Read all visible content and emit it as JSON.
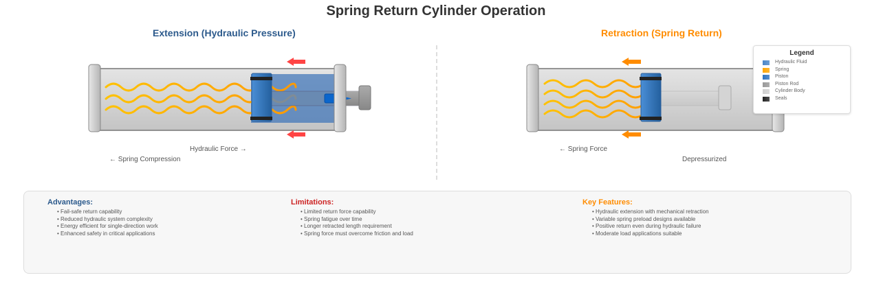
{
  "title": "Spring Return Cylinder Operation",
  "extension": {
    "heading": "Extension (Hydraulic Pressure)",
    "label_force": "Hydraulic Force →",
    "label_spring": "← Spring Compression",
    "arrow_color": "#ff4444"
  },
  "retraction": {
    "heading": "Retraction (Spring Return)",
    "label_force": "← Spring Force",
    "label_state": "Depressurized",
    "arrow_color": "#ff8c00"
  },
  "legend": {
    "title": "Legend",
    "items": [
      {
        "label": "Hydraulic Fluid",
        "color": "#4a86c8"
      },
      {
        "label": "Spring",
        "color": "#ffa500"
      },
      {
        "label": "Piston",
        "color": "#2e72c0"
      },
      {
        "label": "Piston Rod",
        "color": "#999999"
      },
      {
        "label": "Cylinder Body",
        "color": "#d0d0d0"
      },
      {
        "label": "Seals",
        "color": "#222222"
      }
    ]
  },
  "info": {
    "advantages": {
      "heading": "Advantages:",
      "color": "#2c5a8c",
      "items": [
        "Fail-safe return capability",
        "Reduced hydraulic system complexity",
        "Energy efficient for single-direction work",
        "Enhanced safety in critical applications"
      ]
    },
    "limitations": {
      "heading": "Limitations:",
      "color": "#cc2222",
      "items": [
        "Limited return force capability",
        "Spring fatigue over time",
        "Longer retracted length requirement",
        "Spring force must overcome friction and load"
      ]
    },
    "features": {
      "heading": "Key Features:",
      "color": "#ff8c00",
      "items": [
        "Hydraulic extension with mechanical retraction",
        "Variable spring preload designs available",
        "Positive return even during hydraulic failure",
        "Moderate load applications suitable"
      ]
    }
  }
}
